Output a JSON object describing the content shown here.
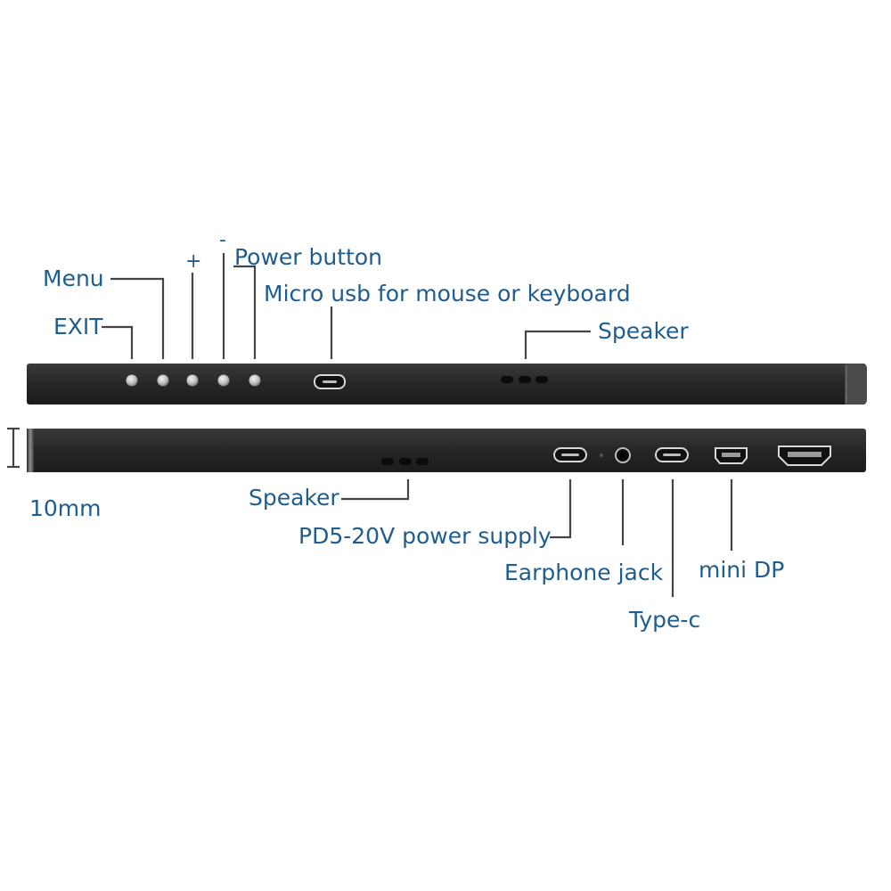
{
  "colors": {
    "label": "#1f5d8e",
    "leader": "#444444",
    "device_body": "#2a2a2a",
    "background": "#ffffff"
  },
  "labels": {
    "menu": "Menu",
    "exit": "EXIT",
    "plus": "+",
    "minus": "-",
    "power_button": "Power button",
    "micro_usb": "Micro usb for mouse or keyboard",
    "speaker_top": "Speaker",
    "thickness": "10mm",
    "speaker_bottom": "Speaker",
    "pd_power": "PD5-20V power supply",
    "earphone_jack": "Earphone jack",
    "type_c": "Type-c",
    "mini_dp": "mini DP"
  }
}
